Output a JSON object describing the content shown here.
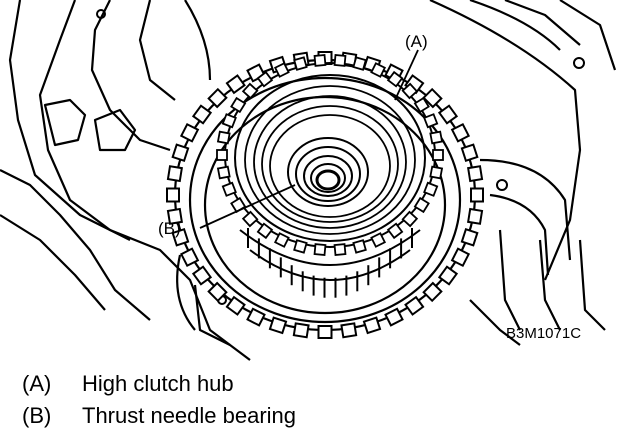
{
  "callouts": {
    "a": "(A)",
    "b": "(B)"
  },
  "figure_code": "B3M1071C",
  "legend": [
    {
      "key": "(A)",
      "label": "High clutch hub"
    },
    {
      "key": "(B)",
      "label": "Thrust needle bearing"
    }
  ],
  "colors": {
    "ink": "#000000",
    "paper": "#ffffff"
  }
}
